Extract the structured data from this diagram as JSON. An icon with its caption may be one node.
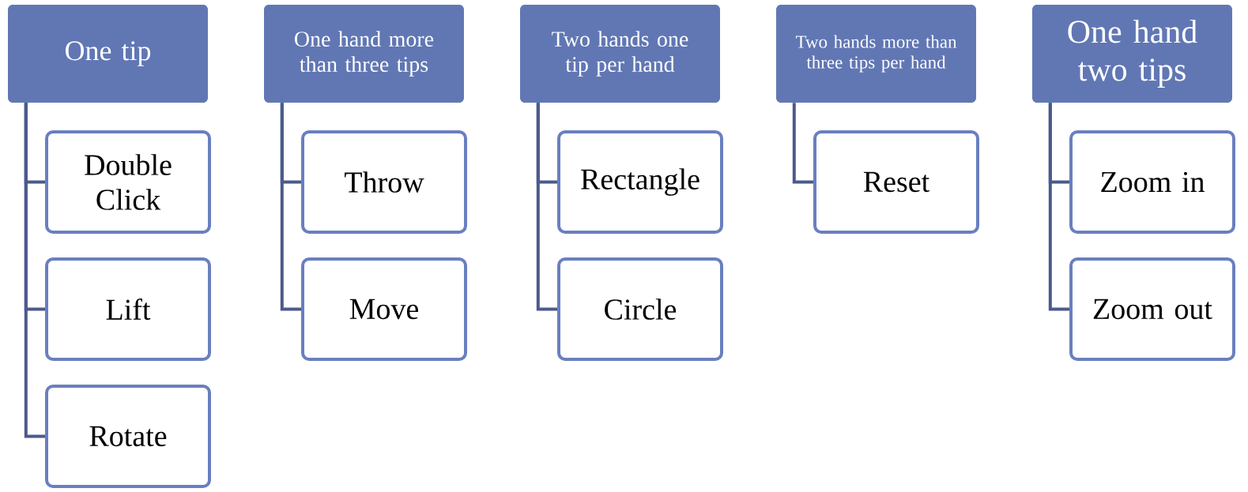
{
  "diagram": {
    "nodes": [
      {
        "text": [
          "One tip"
        ]
      },
      {
        "text": [
          "Double Click"
        ]
      },
      {
        "text": [
          "Lift"
        ]
      },
      {
        "text": [
          "Rotate"
        ]
      },
      {
        "text": [
          "One hand more than three tips"
        ]
      },
      {
        "text": [
          "Throw"
        ]
      },
      {
        "text": [
          "Move"
        ]
      },
      {
        "text": [
          "Two hands one tip per hand"
        ]
      },
      {
        "text": [
          "Rectangle"
        ]
      },
      {
        "text": [
          "Circle"
        ]
      },
      {
        "text": [
          "Two hands more than three tips per hand"
        ]
      },
      {
        "text": [
          "Reset"
        ]
      },
      {
        "text": [
          "One hand two tips"
        ]
      },
      {
        "text": [
          "Zoom in"
        ]
      },
      {
        "text": [
          "Zoom out"
        ]
      }
    ],
    "edges": [
      {
        "from": 0,
        "to": 1,
        "arrow": "none"
      },
      {
        "from": 0,
        "to": 2,
        "arrow": "none"
      },
      {
        "from": 0,
        "to": 3,
        "arrow": "none"
      },
      {
        "from": 4,
        "to": 5,
        "arrow": "none"
      },
      {
        "from": 4,
        "to": 6,
        "arrow": "none"
      },
      {
        "from": 7,
        "to": 8,
        "arrow": "none"
      },
      {
        "from": 7,
        "to": 9,
        "arrow": "none"
      },
      {
        "from": 10,
        "to": 11,
        "arrow": "none"
      },
      {
        "from": 12,
        "to": 13,
        "arrow": "none"
      },
      {
        "from": 12,
        "to": 14,
        "arrow": "none"
      }
    ]
  }
}
